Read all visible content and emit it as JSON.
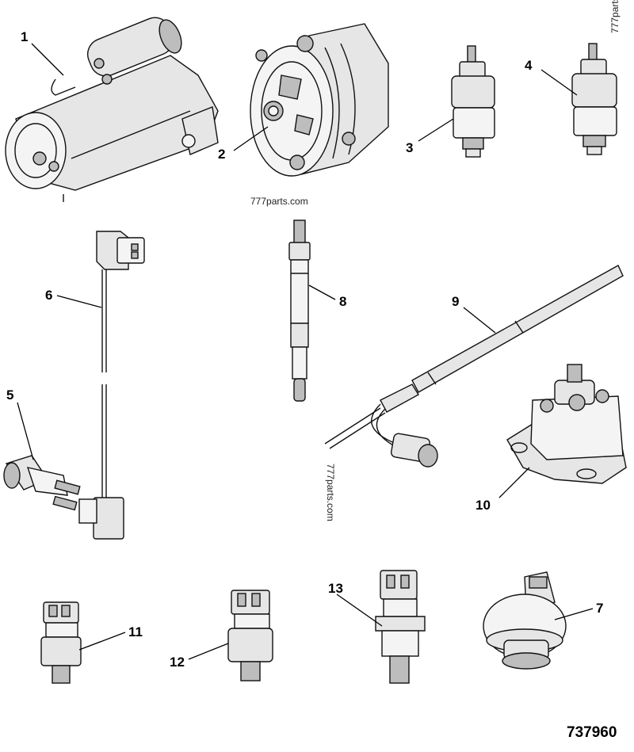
{
  "diagram": {
    "figure_number": "737960",
    "watermarks": [
      "777parts.com",
      "777parts",
      "777parts.com"
    ],
    "callouts": [
      "1",
      "2",
      "3",
      "4",
      "5",
      "6",
      "7",
      "8",
      "9",
      "10",
      "11",
      "12",
      "13"
    ]
  }
}
